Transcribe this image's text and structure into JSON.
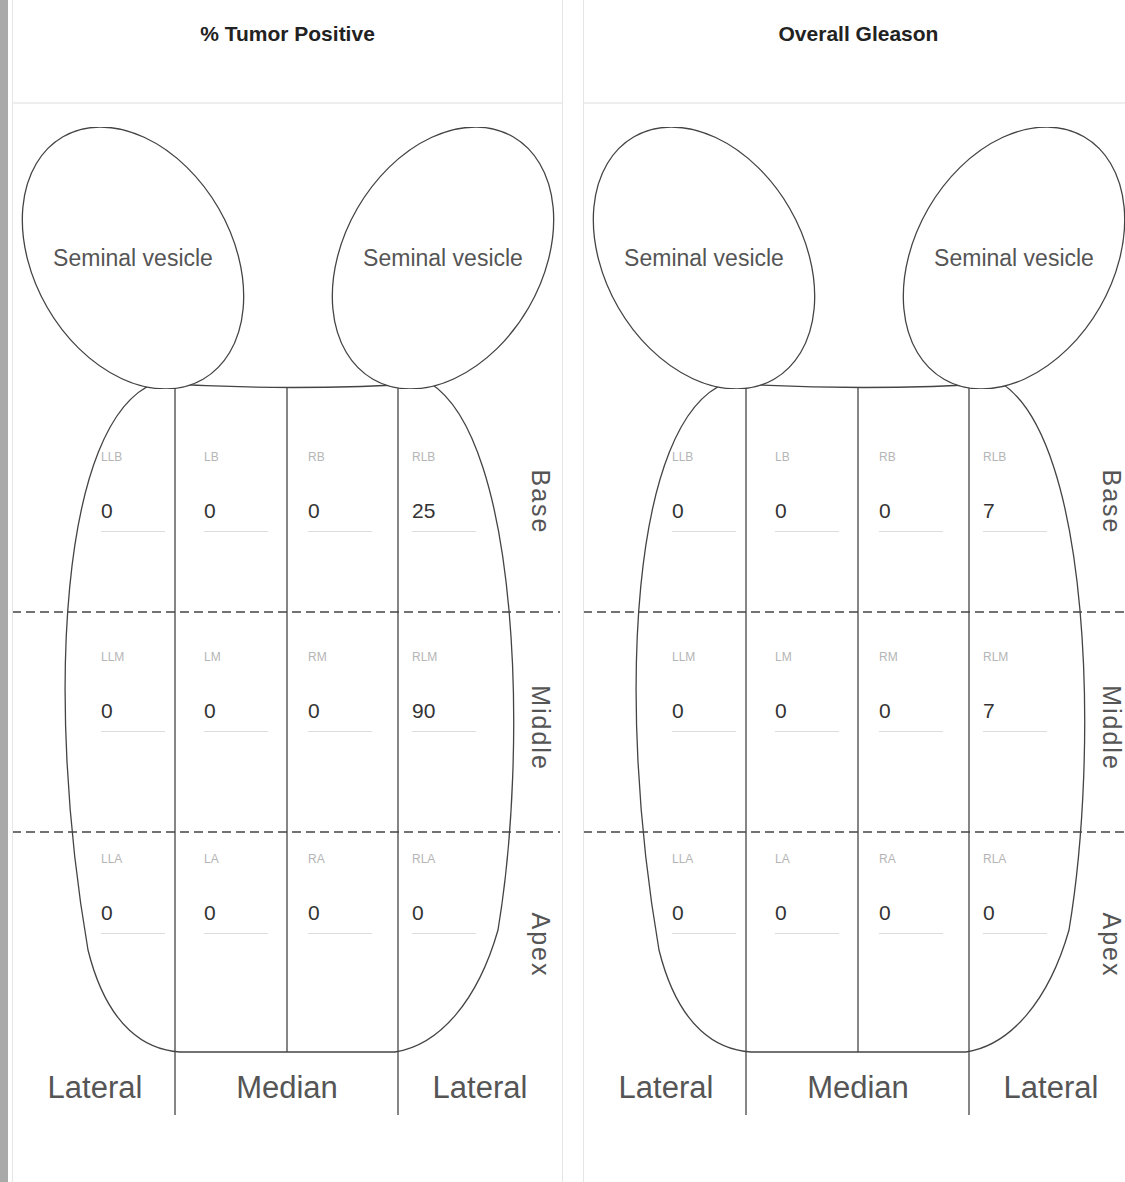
{
  "diagram": {
    "nodes": [
      {
        "text": [
          "% Tumor Positive"
        ]
      },
      {
        "text": [
          "Seminal vesicle"
        ],
        "in": 0
      },
      {
        "text": [
          "Seminal vesicle"
        ],
        "in": 0
      },
      {
        "text": [
          "LLB",
          "0"
        ],
        "in": 0
      },
      {
        "text": [
          "LB",
          "0"
        ],
        "in": 0
      },
      {
        "text": [
          "RB",
          "0"
        ],
        "in": 0
      },
      {
        "text": [
          "RLB",
          "25"
        ],
        "in": 0
      },
      {
        "text": [
          "LLM",
          "0"
        ],
        "in": 0
      },
      {
        "text": [
          "LM",
          "0"
        ],
        "in": 0
      },
      {
        "text": [
          "RM",
          "0"
        ],
        "in": 0
      },
      {
        "text": [
          "RLM",
          "90"
        ],
        "in": 0
      },
      {
        "text": [
          "LLA",
          "0"
        ],
        "in": 0
      },
      {
        "text": [
          "LA",
          "0"
        ],
        "in": 0
      },
      {
        "text": [
          "RA",
          "0"
        ],
        "in": 0
      },
      {
        "text": [
          "RLA",
          "0"
        ],
        "in": 0
      },
      {
        "text": [
          "Overall Gleason"
        ]
      },
      {
        "text": [
          "Seminal vesicle"
        ],
        "in": 15
      },
      {
        "text": [
          "Seminal vesicle"
        ],
        "in": 15
      },
      {
        "text": [
          "LLB",
          "0"
        ],
        "in": 15
      },
      {
        "text": [
          "LB",
          "0"
        ],
        "in": 15
      },
      {
        "text": [
          "RB",
          "0"
        ],
        "in": 15
      },
      {
        "text": [
          "RLB",
          "7"
        ],
        "in": 15
      },
      {
        "text": [
          "LLM",
          "0"
        ],
        "in": 15
      },
      {
        "text": [
          "LM",
          "0"
        ],
        "in": 15
      },
      {
        "text": [
          "RM",
          "0"
        ],
        "in": 15
      },
      {
        "text": [
          "RLM",
          "7"
        ],
        "in": 15
      },
      {
        "text": [
          "LLA",
          "0"
        ],
        "in": 15
      },
      {
        "text": [
          "LA",
          "0"
        ],
        "in": 15
      },
      {
        "text": [
          "RA",
          "0"
        ],
        "in": 15
      },
      {
        "text": [
          "RLA",
          "0"
        ],
        "in": 15
      }
    ],
    "labels": [
      "Base",
      "Middle",
      "Apex",
      "Lateral",
      "Median",
      "Lateral",
      "Base",
      "Middle",
      "Apex",
      "Lateral",
      "Median",
      "Lateral"
    ]
  }
}
